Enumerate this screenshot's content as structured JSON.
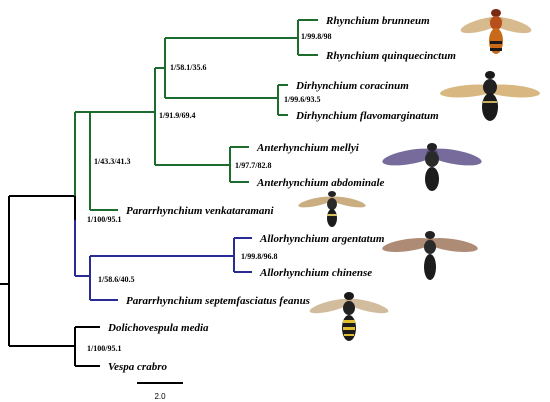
{
  "taxa": {
    "rhynchium_brunneum": "Rhynchium brunneum",
    "rhynchium_quinquecinctum": "Rhynchium quinquecinctum",
    "dirhynchium_coracinum": "Dirhynchium coracinum",
    "dirhynchium_flavomarginatum": "Dirhynchium flavomarginatum",
    "anterhynchium_mellyi": "Anterhynchium mellyi",
    "anterhynchium_abdominale": "Anterhynchium abdominale",
    "pararrhynchium_venkataramani": "Pararrhynchium venkataramani",
    "allorhynchium_argentatum": "Allorhynchium argentatum",
    "allorhynchium_chinense": "Allorhynchium chinense",
    "pararrhynchium_septemfasciatus_feanus": "Pararrhynchium septemfasciatus feanus",
    "dolichovespula_media": "Dolichovespula media",
    "vespa_crabro": "Vespa crabro"
  },
  "supports": {
    "rhynchium": "1/99.8/98",
    "rhynchium_dirhynchium": "1/58.1/35.6",
    "dirhynchium": "1/99.6/93.5",
    "rhy_dir_ant": "1/91.9/69.4",
    "anterhynchium": "1/97.7/82.8",
    "green_clade": "1/43.3/41.3",
    "ingroup": "1/100/95.1",
    "allorhynchium": "1/99.8/96.8",
    "blue_clade": "1/58.6/40.5",
    "outgroup": "1/100/95.1"
  },
  "scale_bar": {
    "label": "2.0"
  },
  "colors": {
    "green_clade": "#1e6b2e",
    "blue_clade": "#2a2a95",
    "backbone": "#000000"
  }
}
